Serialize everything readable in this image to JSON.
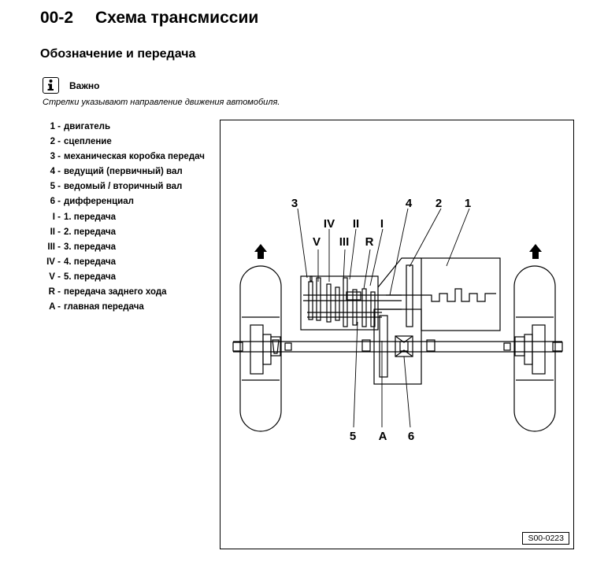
{
  "header": {
    "number": "00-2",
    "title": "Схема трансмиссии"
  },
  "subtitle": "Обозначение и передача",
  "note": {
    "icon": "info-icon",
    "label": "Важно",
    "text": "Стрелки указывают направление движения автомобиля."
  },
  "legend": [
    {
      "key": "1 -",
      "value": "двигатель"
    },
    {
      "key": "2 -",
      "value": "сцепление"
    },
    {
      "key": "3 -",
      "value": "механическая коробка передач"
    },
    {
      "key": "4 -",
      "value": "ведущий (первичный) вал"
    },
    {
      "key": "5 -",
      "value": "ведомый / вторичный вал"
    },
    {
      "key": "6 -",
      "value": "дифференциал"
    },
    {
      "key": "I -",
      "value": "1. передача"
    },
    {
      "key": "II -",
      "value": "2. передача"
    },
    {
      "key": "III -",
      "value": "3. передача"
    },
    {
      "key": "IV -",
      "value": "4. передача"
    },
    {
      "key": "V -",
      "value": "5. передача"
    },
    {
      "key": "R -",
      "value": "передача заднего хода"
    },
    {
      "key": "A -",
      "value": "главная передача"
    }
  ],
  "figure": {
    "id": "S00-0223",
    "callouts": {
      "c3": "3",
      "c4": "4",
      "c2": "2",
      "c1": "1",
      "cIV": "IV",
      "cII": "II",
      "cI": "I",
      "cV": "V",
      "cIII": "III",
      "cR": "R",
      "c5": "5",
      "cA": "A",
      "c6": "6"
    }
  }
}
